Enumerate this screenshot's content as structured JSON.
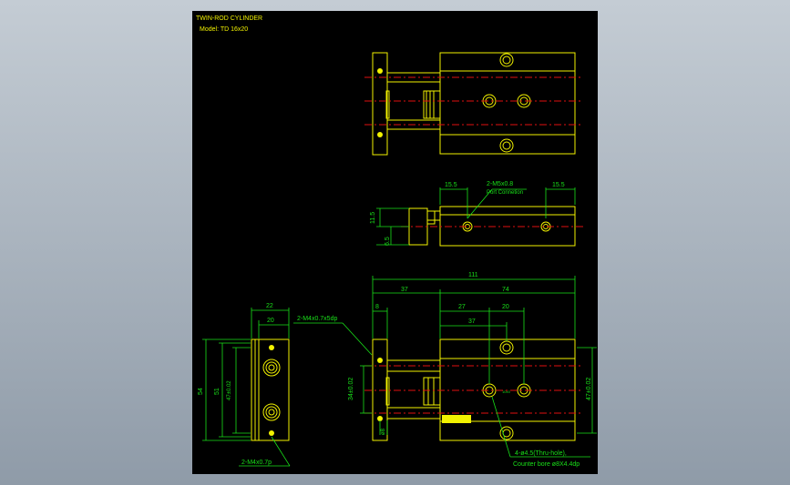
{
  "title_block": {
    "title": "TWIN-ROD CYLINDER",
    "model": "Model: TD 16x20"
  },
  "dimensions": {
    "d_15_5_left": "15.5",
    "d_m5": "2-M5x0.8",
    "d_port": "Port Connetion",
    "d_15_5_right": "15.5",
    "d_11_5": "11.5",
    "d_6_5": "6.5",
    "d_111": "111",
    "d_37_top": "37",
    "d_74": "74",
    "d_8": "8",
    "d_27": "27",
    "d_20_mid": "20",
    "d_37_mid": "37",
    "d_22": "22",
    "d_20_left": "20",
    "d_m4_top": "2-M4x0.7x5dp",
    "d_54": "54",
    "d_51": "51",
    "d_47_left": "47±0.02",
    "d_34": "34±0.02",
    "d_8_small": "ø8",
    "d_47_right": "47±0.02",
    "d_thru": "4-ø4.5(Thru-hole),",
    "d_counter": "Counter bore ø8X4.4dp",
    "d_m4_bottom": "2-M4x0.7p",
    "d_tiny": "10±0"
  }
}
